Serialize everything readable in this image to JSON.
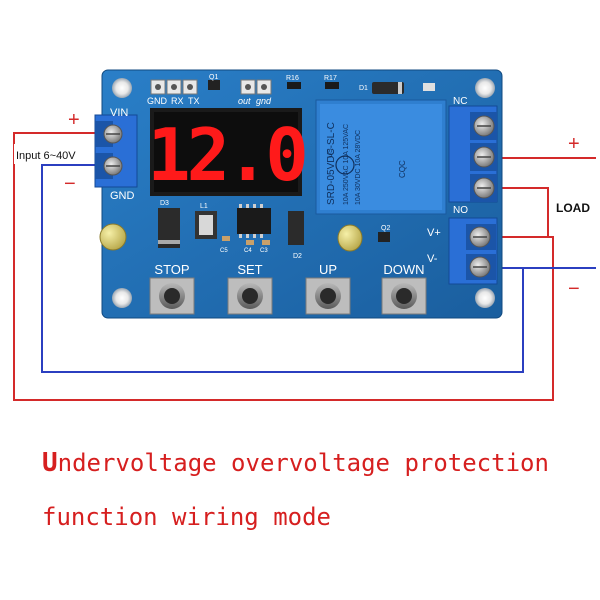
{
  "board": {
    "display_value": "12.0",
    "header_pins": [
      "GND",
      "RX",
      "TX"
    ],
    "out_gnd": [
      "out",
      "gnd"
    ],
    "left_terminal_top": "VIN",
    "left_terminal_bottom": "GND",
    "right_terminal_nc": "NC",
    "right_terminal_no": "NO",
    "vplus": "V+",
    "vminus": "V-",
    "buttons": [
      "STOP",
      "SET",
      "UP",
      "DOWN"
    ],
    "component_labels": {
      "q1": "Q1",
      "r16": "R16",
      "r17": "R17",
      "d1": "D1",
      "d3": "D3",
      "l1": "L1",
      "d2": "D2",
      "q2": "Q2",
      "c5": "C5",
      "c4": "C4",
      "c3": "C3"
    },
    "relay": {
      "model": "SRD-05VDC-SL-C",
      "rating1": "10A 250VAC  10A 125VAC",
      "rating2": "10A 30VDC  10A 28VDC",
      "us": "US",
      "cqc": "CQC"
    }
  },
  "annotations": {
    "input_label": "Input 6~40V",
    "input_plus": "+",
    "input_minus": "−",
    "load_plus": "+",
    "load_minus": "−",
    "load_label": "LOAD"
  },
  "caption": {
    "line1_first": "U",
    "line1_rest": "ndervoltage overvoltage protection",
    "line2": "function wiring mode"
  },
  "colors": {
    "pcb": "#1f6fb8",
    "wire_red": "#d42a2a",
    "wire_blue": "#2b3fc0",
    "display": "#ff1a1a",
    "relay": "#2f7fd0",
    "terminal": "#2a6fd6",
    "caption": "#d61f1f"
  }
}
